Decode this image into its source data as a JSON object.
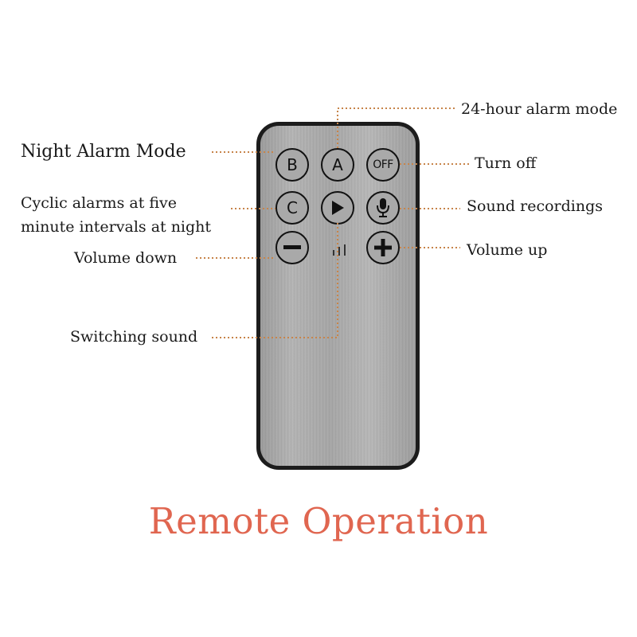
{
  "title": "Remote Operation",
  "buttons": {
    "b": "B",
    "a": "A",
    "off": "OFF",
    "c": "C",
    "play_icon": "play-icon",
    "mic_icon": "microphone-icon",
    "minus_icon": "minus-icon",
    "plus_icon": "plus-icon",
    "signal_icon": "signal-bars-icon"
  },
  "labels": {
    "night_alarm_mode": "Night Alarm Mode",
    "cyclic_line1": "Cyclic alarms at five",
    "cyclic_line2": "minute intervals at night",
    "volume_down": "Volume down",
    "switching_sound": "Switching sound",
    "alarm_24h": "24-hour alarm mode",
    "turn_off": "Turn off",
    "sound_recordings": "Sound recordings",
    "volume_up": "Volume up"
  },
  "colors": {
    "leader": "#c7844a",
    "title": "#e06650",
    "remote_body": "#1c1c1c",
    "button_fill": "#a9a9a9"
  }
}
